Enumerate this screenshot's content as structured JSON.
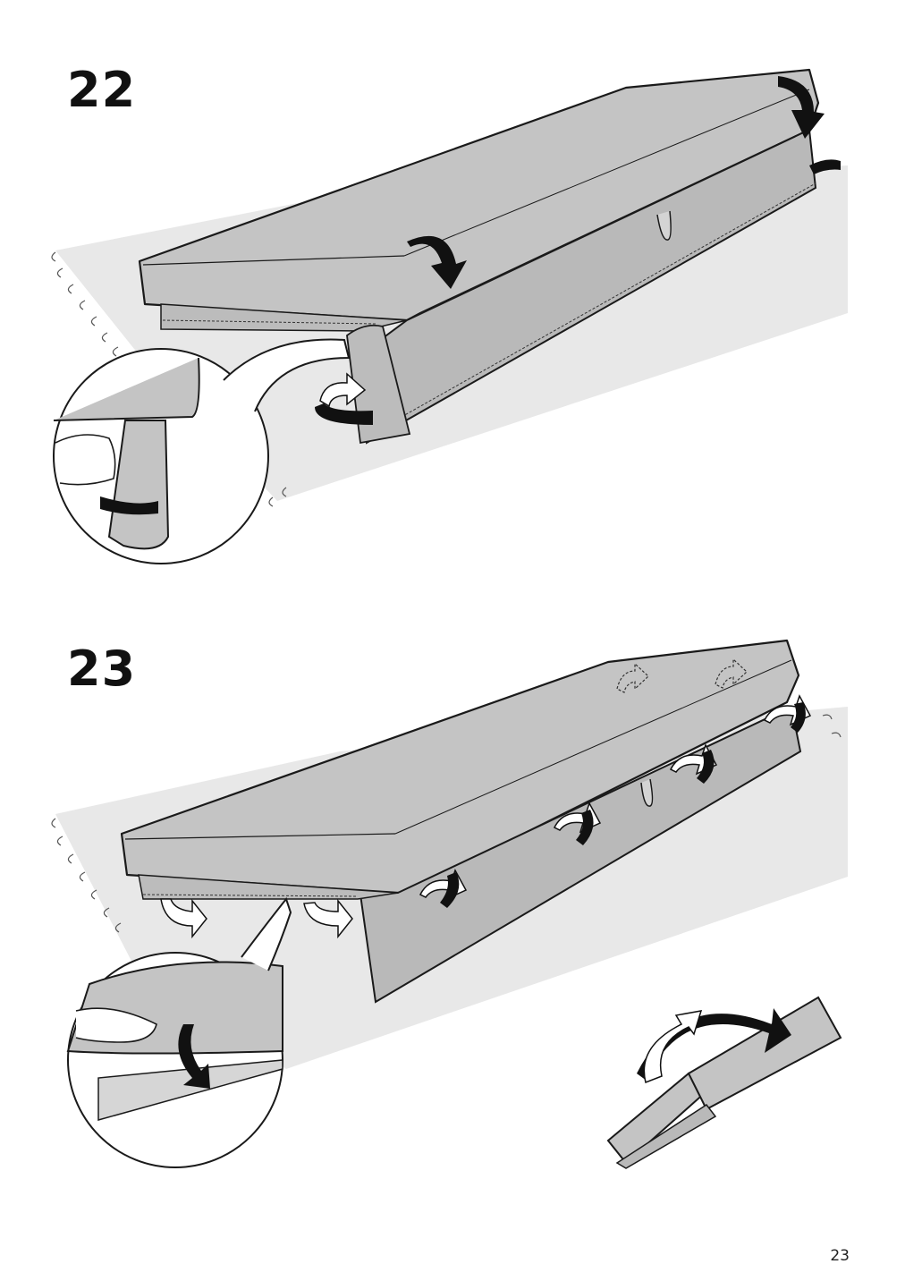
{
  "steps": [
    {
      "number": "22"
    },
    {
      "number": "23"
    }
  ],
  "page_number": "23",
  "colors": {
    "cushion": "#c4c4c4",
    "cushion_dark": "#b3b3b3",
    "floor": "#e8e8e8",
    "stroke": "#1a1a1a",
    "arrow": "#111111"
  }
}
